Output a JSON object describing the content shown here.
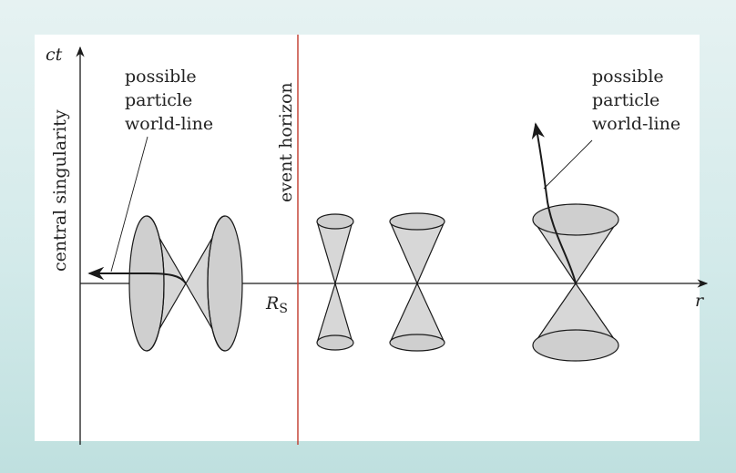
{
  "diagram": {
    "axes": {
      "vertical_label": "ct",
      "horizontal_label": "r",
      "horizon_marker": "R",
      "horizon_marker_sub": "S"
    },
    "labels": {
      "central_singularity": "central singularity",
      "event_horizon": "event horizon",
      "left_worldline": [
        "possible",
        "particle",
        "world-line"
      ],
      "right_worldline": [
        "possible",
        "particle",
        "world-line"
      ]
    },
    "colors": {
      "horizon_line": "#c0392b",
      "cone_fill": "#d7d7d7",
      "outline": "#1a1a1a",
      "background_top": "#e6f2f2",
      "background_bottom": "#bfe0df"
    }
  }
}
